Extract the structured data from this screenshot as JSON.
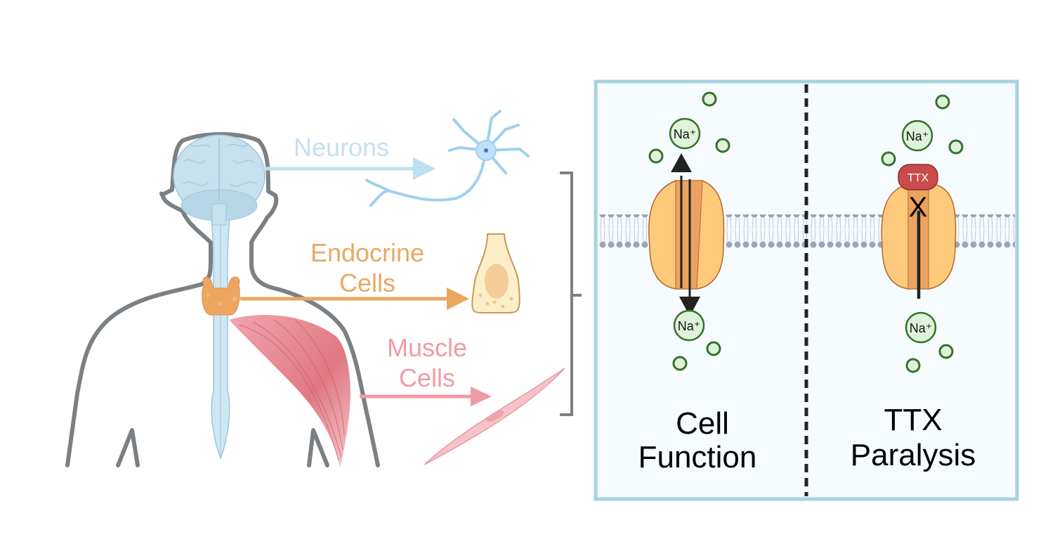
{
  "left_panel": {
    "labels": {
      "neurons": "Neurons",
      "endocrine_line1": "Endocrine",
      "endocrine_line2": "Cells",
      "muscle_line1": "Muscle",
      "muscle_line2": "Cells"
    }
  },
  "right_panel": {
    "left": {
      "ion_top": "Na⁺",
      "ion_bottom": "Na⁺",
      "caption_line1": "Cell",
      "caption_line2": "Function"
    },
    "right": {
      "ion_top": "Na⁺",
      "ion_bottom": "Na⁺",
      "toxin_label": "TTX",
      "block_mark": "X",
      "caption_line1": "TTX",
      "caption_line2": "Paralysis"
    }
  },
  "colors": {
    "neuron": "#bfe0f0",
    "endocrine": "#e9a75e",
    "muscle": "#ef9aa3",
    "body_outline": "#7b8084",
    "panel_border": "#a8d3de",
    "panel_bg": "#f5fbfe",
    "channel_outer": "#fdc97a",
    "channel_inner": "#eca35f",
    "channel_stroke": "#b3652e",
    "ion_fill": "#def3da",
    "ion_stroke": "#37712a",
    "ttx": "#c94b4b",
    "membrane_head": "#9aa5b8"
  }
}
